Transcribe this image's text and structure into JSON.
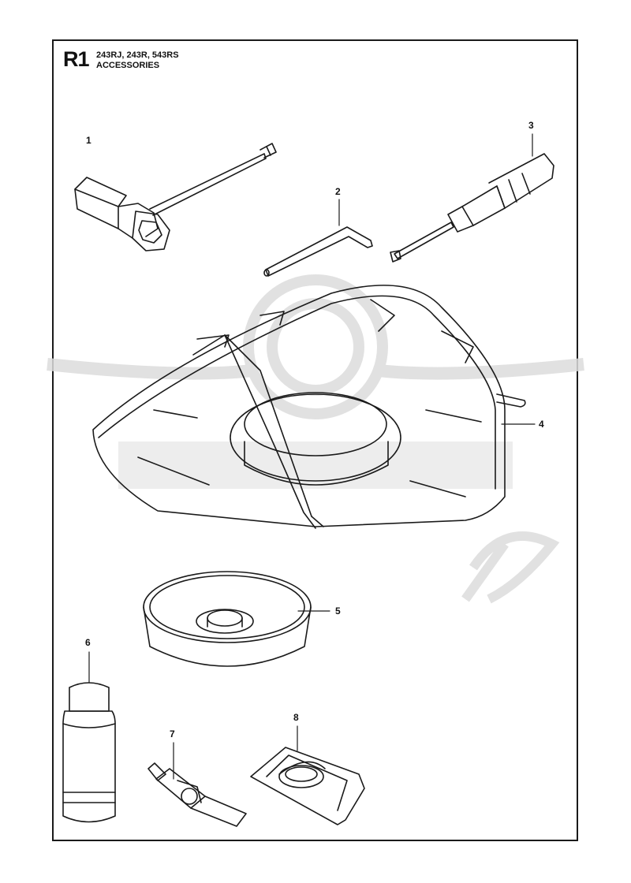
{
  "header": {
    "section_code": "R1",
    "models": "243RJ, 243R, 543RS",
    "title": "ACCESSORIES"
  },
  "parts": [
    {
      "number": "1",
      "icon": "combination-spanner-icon"
    },
    {
      "number": "2",
      "icon": "hex-key-icon"
    },
    {
      "number": "3",
      "icon": "screwdriver-icon"
    },
    {
      "number": "4",
      "icon": "blade-guard-icon"
    },
    {
      "number": "5",
      "icon": "support-cup-icon"
    },
    {
      "number": "6",
      "icon": "oil-bottle-icon"
    },
    {
      "number": "7",
      "icon": "grease-tube-icon"
    },
    {
      "number": "8",
      "icon": "transport-guard-icon"
    }
  ],
  "colors": {
    "line": "#1a1a1a",
    "watermark": "#d7d7d7"
  }
}
